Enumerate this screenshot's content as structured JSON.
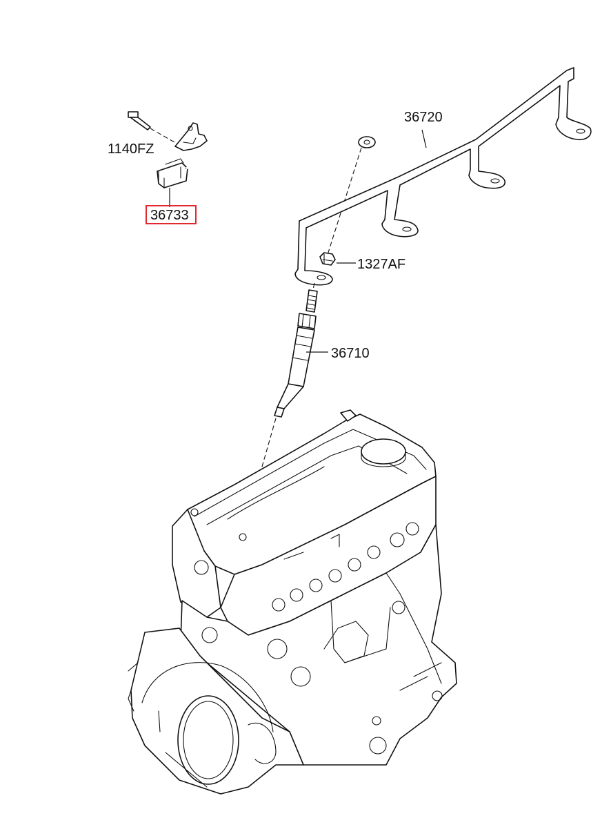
{
  "parts": [
    {
      "id": "p-1140FZ",
      "number": "1140FZ"
    },
    {
      "id": "p-36733",
      "number": "36733",
      "highlighted": true
    },
    {
      "id": "p-36720",
      "number": "36720"
    },
    {
      "id": "p-1327AF",
      "number": "1327AF"
    },
    {
      "id": "p-36710",
      "number": "36710"
    }
  ],
  "colors": {
    "line": "#111111",
    "highlight": "#e0282e",
    "background": "#ffffff"
  }
}
